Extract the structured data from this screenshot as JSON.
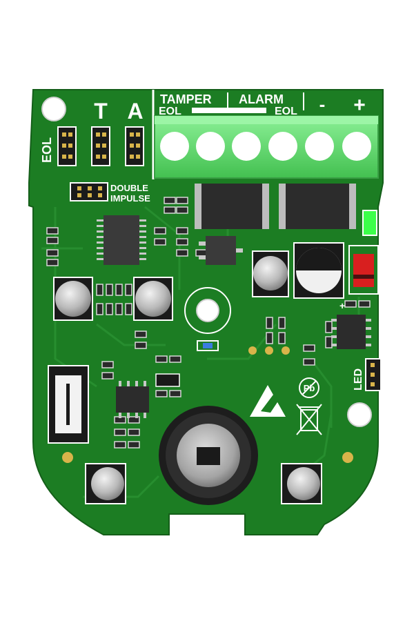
{
  "board": {
    "jumpers": {
      "eol_label": "EOL",
      "t_label": "T",
      "a_label": "A",
      "led_label": "LED"
    },
    "terminal": {
      "tamper_label": "TAMPER",
      "tamper_eol_label": "EOL",
      "alarm_label": "ALARM",
      "alarm_eol_label": "EOL",
      "minus_label": "-",
      "plus_label": "+"
    },
    "double_impulse": {
      "line1": "DOUBLE",
      "line2": "IMPULSE"
    },
    "symbols": {
      "pb_label": "Pb"
    },
    "icons": {
      "esd": "esd-warning-icon",
      "pb": "lead-free-icon",
      "weee": "weee-bin-icon"
    },
    "colors": {
      "pcb": "#1c7d23",
      "pcb_dark": "#13611a",
      "terminal": "#5ed86a",
      "led_green": "#3cff4a",
      "diode_red": "#d81f1f"
    }
  }
}
